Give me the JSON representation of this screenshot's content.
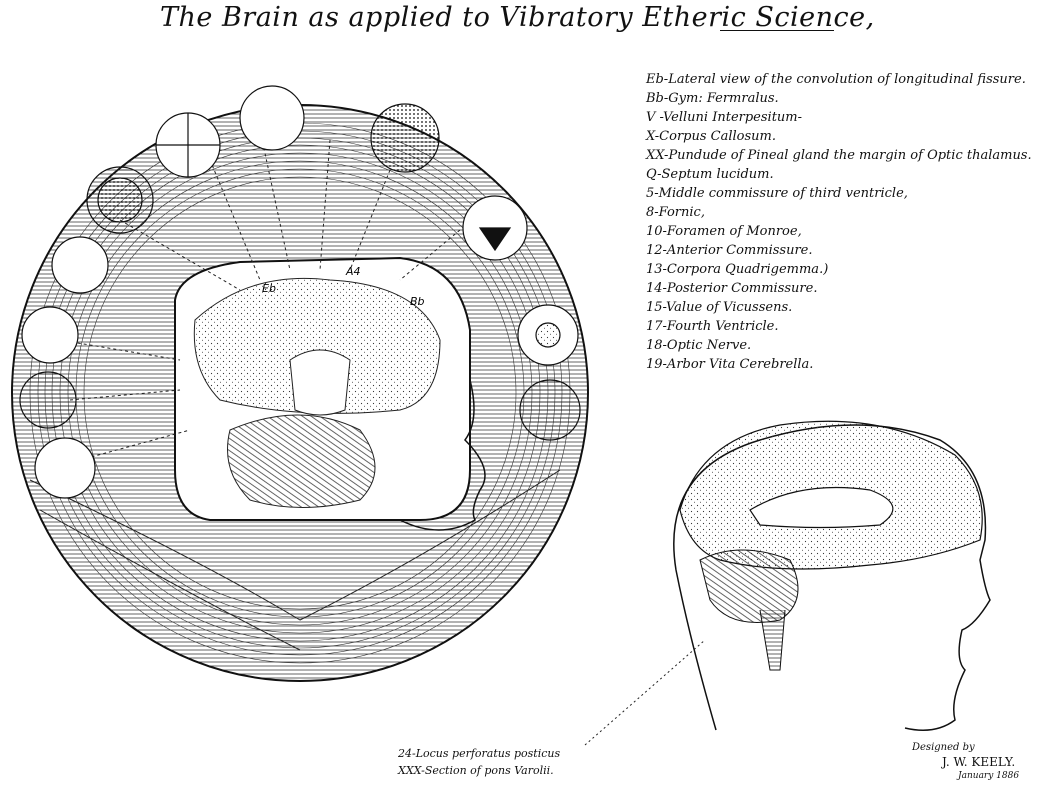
{
  "title": "The Brain as applied to Vibratory Etheric Science,",
  "legend": [
    "Eb-Lateral view of the convolution of longitudinal fissure.",
    "Bb-Gym: Fermralus.",
    "V -Velluni Interpesitum-",
    "X-Corpus Callosum.",
    "XX-Pundude of Pineal gland the margin of Optic thalamus.",
    "Q-Septum lucidum.",
    "5-Middle commissure of third ventricle,",
    "8-Fornic,",
    "10-Foramen of Monroe,",
    "12-Anterior Commissure.",
    "13-Corpora Quadrigemma.)",
    "14-Posterior Commissure.",
    "15-Value of Vicussens.",
    "17-Fourth Ventricle.",
    "18-Optic Nerve.",
    "19-Arbor Vita Cerebrella."
  ],
  "caption": {
    "line1": "24-Locus perforatus posticus",
    "line2": "XXX-Section of pons Varolii."
  },
  "credit": {
    "line1": "Designed by",
    "line2": "J. W. KEELY.",
    "line3": "January 1886"
  },
  "diagram_labels": {
    "eb": "Eb",
    "a4": "A4",
    "bb": "Bb"
  }
}
